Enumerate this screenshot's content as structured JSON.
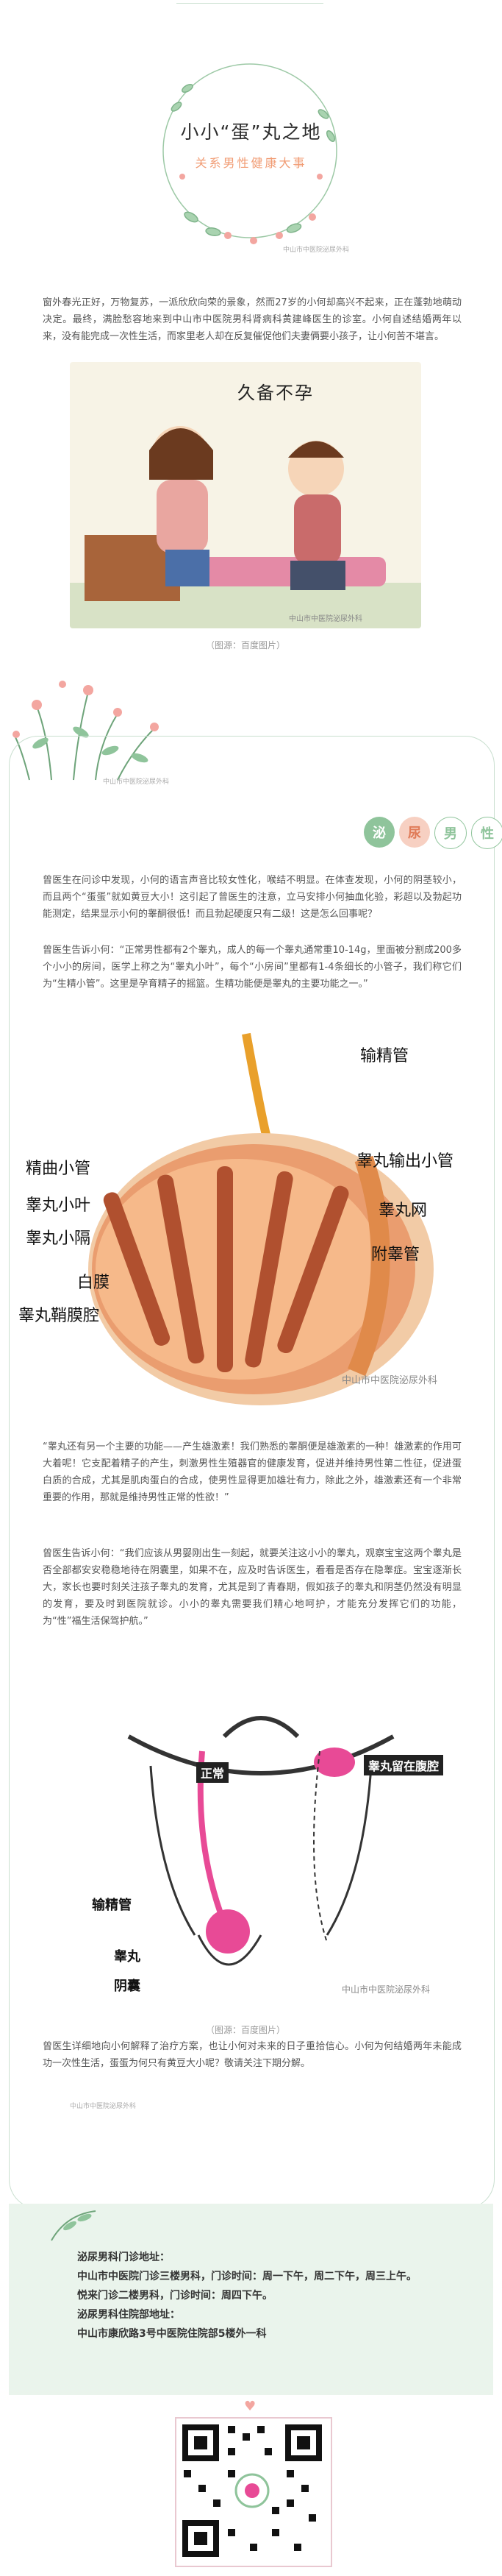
{
  "colors": {
    "accent_green": "#8fc49b",
    "accent_orange": "#f19c74",
    "text": "#555555",
    "frame": "#c9dfcf"
  },
  "header": {
    "title": "小小“蛋”丸之地",
    "subtitle": "关系男性健康大事",
    "watermark": "中山市中医院泌尿外科"
  },
  "intro": {
    "paragraph": "窗外春光正好，万物复苏，一派欣欣向荣的景象，然而27岁的小何却高兴不起来，正在蓬勃地萌动决定。最终，满脸愁容地来到中山市中医院男科肾病科黄建峰医生的诊室。小何自述结婚两年以来，没有能完成一次性生活，而家里老人却在反复催促他们夫妻俩要小孩子，让小何苦不堪言。",
    "image_caption": "久备不孕",
    "photo_credit": "（图源：百度图片）"
  },
  "tags": [
    "泌",
    "尿",
    "男",
    "性"
  ],
  "section2": {
    "paragraph1": "曾医生在问诊中发现，小何的语言声音比较女性化，喉结不明显。在体查发现，小何的阴茎较小，而且两个“蛋蛋”就如黄豆大小！这引起了曾医生的注意，立马安排小何抽血化验，彩超以及勃起功能测定，结果显示小何的睾酮很低！而且勃起硬度只有二级！这是怎么回事呢？",
    "paragraph2": "曾医生告诉小何：“正常男性都有2个睾丸，成人的每一个睾丸通常重10-14g，里面被分割成200多个小小的房间，医学上称之为“睾丸小叶”，每个“小房间”里都有1-4条细长的小管子，我们称它们为“生精小管”。这里是孕育精子的摇篮。生精功能便是睾丸的主要功能之一。”"
  },
  "anatomy1": {
    "labels": [
      "输精管",
      "精曲小管",
      "睾丸输出小管",
      "睾丸小叶",
      "睾丸网",
      "睾丸小隔",
      "附睾管",
      "白膜",
      "睾丸鞘膜腔"
    ],
    "watermark": "中山市中医院泌尿外科"
  },
  "section3": {
    "paragraph1": "“睾丸还有另一个主要的功能——产生雄激素！我们熟悉的睾酮便是雄激素的一种！雄激素的作用可大着呢！它支配着精子的产生，刺激男性生殖器官的健康发育，促进并维持男性第二性征，促进蛋白质的合成，尤其是肌肉蛋白的合成，使男性显得更加雄壮有力，除此之外，雄激素还有一个非常重要的作用，那就是维持男性正常的性欲！”",
    "paragraph2": "曾医生告诉小何：“我们应该从男婴刚出生一刻起，就要关注这小小的睾丸，观察宝宝这两个睾丸是否全部都安安稳稳地待在阴囊里，如果不在，应及时告诉医生，看看是否存在隐睾症。宝宝逐渐长大，家长也要时刻关注孩子睾丸的发育，尤其是到了青春期，假如孩子的睾丸和阴茎仍然没有明显的发育，要及时到医院就诊。小小的睾丸需要我们精心地呵护，才能充分发挥它们的功能，为“性”福生活保驾护航。”"
  },
  "anatomy2": {
    "labels": [
      "正常",
      "睾丸留在腹腔",
      "输精管",
      "睾丸",
      "阴囊"
    ],
    "watermark": "中山市中医院泌尿外科",
    "photo_credit": "（图源：百度图片）"
  },
  "conclusion": "曾医生详细地向小何解释了治疗方案，也让小何对未来的日子重拾信心。小何为何结婚两年未能成功一次性生活，蛋蛋为何只有黄豆大小呢？敬请关注下期分解。",
  "footer": {
    "lines": [
      "泌尿男科门诊地址：",
      "中山市中医院门诊三楼男科，门诊时间：周一下午，周二下午，周三上午。",
      "悦来门诊二楼男科，门诊时间：周四下午。",
      "泌尿男科住院部地址：",
      "中山市康欣路3号中医院住院部5楼外一科"
    ]
  }
}
